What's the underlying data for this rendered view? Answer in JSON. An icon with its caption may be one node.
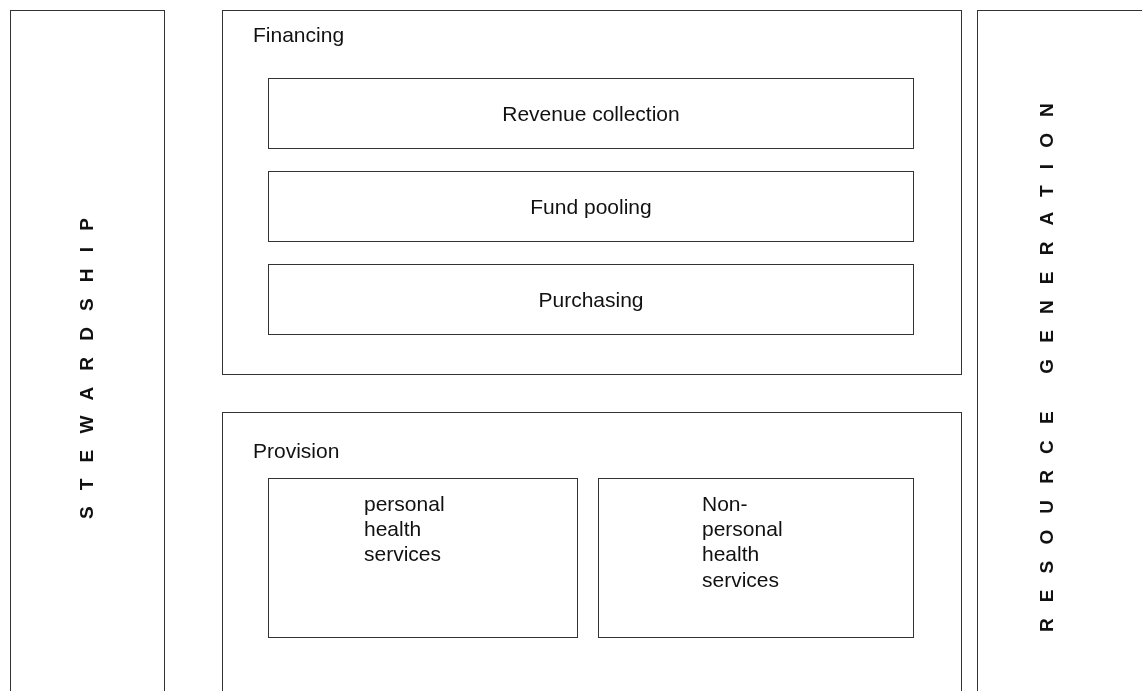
{
  "diagram": {
    "nodes": [
      {
        "text": [
          "STEWARDSHIP"
        ]
      },
      {
        "text": [
          "Financing"
        ]
      },
      {
        "text": [
          "Revenue collection"
        ],
        "in": 1
      },
      {
        "text": [
          "Fund pooling"
        ],
        "in": 1
      },
      {
        "text": [
          "Purchasing"
        ],
        "in": 1
      },
      {
        "text": [
          "Provision"
        ]
      },
      {
        "text": [
          "personal health services"
        ],
        "in": 5
      },
      {
        "text": [
          "Non-personal health services"
        ],
        "in": 5
      },
      {
        "text": [
          "RESOURCE GENERATION"
        ]
      }
    ]
  }
}
